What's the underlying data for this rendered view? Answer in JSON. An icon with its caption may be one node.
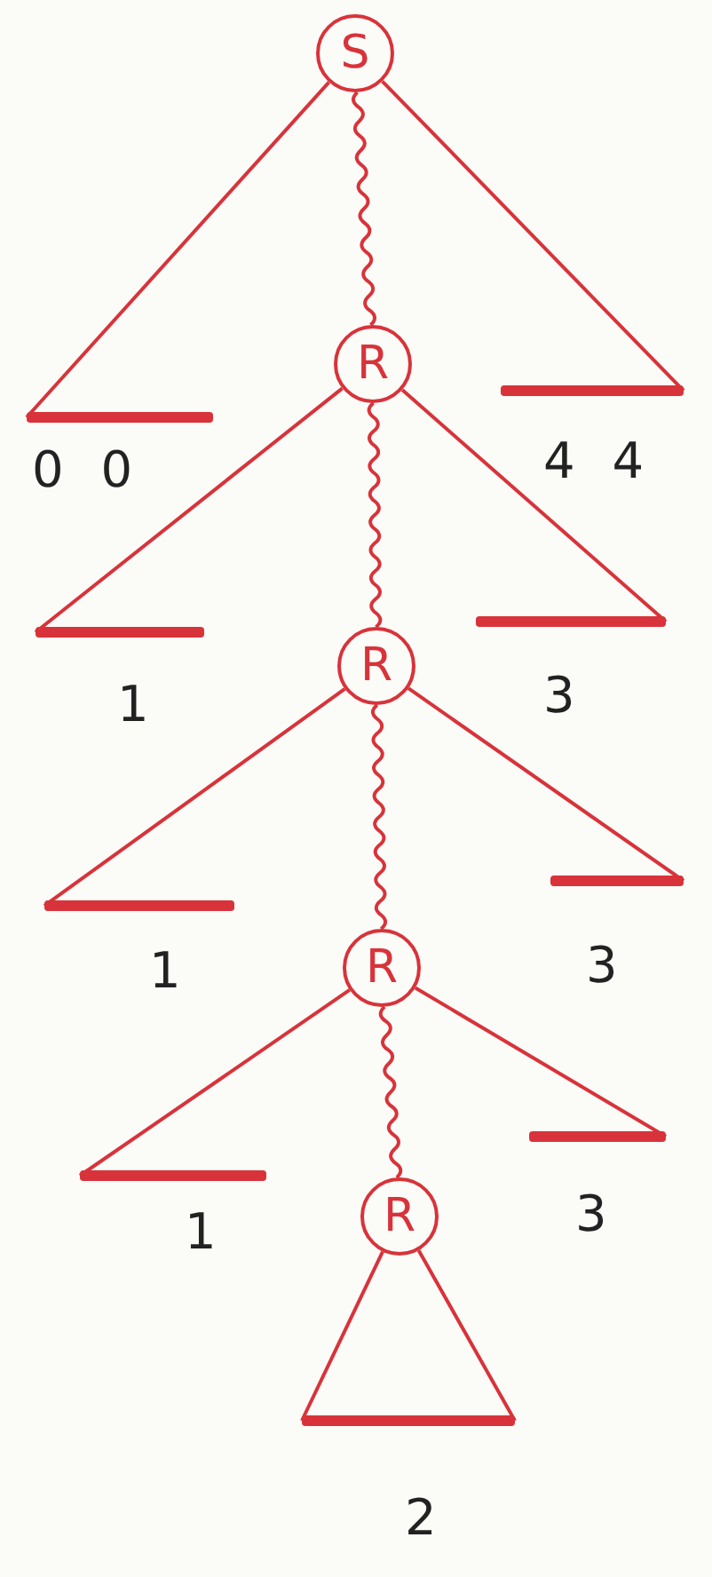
{
  "diagram": {
    "nodes": [
      {
        "text": [
          "S"
        ]
      },
      {
        "text": [],
        "shape": "bar",
        "beside": [
          "0 0"
        ]
      },
      {
        "text": [],
        "shape": "bar",
        "beside": [
          "4 4"
        ]
      },
      {
        "text": [
          "R"
        ]
      },
      {
        "text": [],
        "shape": "bar",
        "beside": [
          "1"
        ]
      },
      {
        "text": [],
        "shape": "bar",
        "beside": [
          "3"
        ]
      },
      {
        "text": [
          "R"
        ]
      },
      {
        "text": [],
        "shape": "bar",
        "beside": [
          "1"
        ]
      },
      {
        "text": [],
        "shape": "bar",
        "beside": [
          "3"
        ]
      },
      {
        "text": [
          "R"
        ]
      },
      {
        "text": [],
        "shape": "bar",
        "beside": [
          "1"
        ]
      },
      {
        "text": [],
        "shape": "bar",
        "beside": [
          "3"
        ]
      },
      {
        "text": [
          "R"
        ]
      },
      {
        "text": [],
        "shape": "bar",
        "beside": [
          "2"
        ]
      }
    ],
    "edges": [
      {
        "from": 0,
        "to": 1,
        "arrow": "none"
      },
      {
        "from": 0,
        "to": 2,
        "arrow": "none"
      },
      {
        "from": 0,
        "to": 3,
        "arrow": "none"
      },
      {
        "from": 3,
        "to": 4,
        "arrow": "none"
      },
      {
        "from": 3,
        "to": 5,
        "arrow": "none"
      },
      {
        "from": 3,
        "to": 6,
        "arrow": "none"
      },
      {
        "from": 6,
        "to": 7,
        "arrow": "none"
      },
      {
        "from": 6,
        "to": 8,
        "arrow": "none"
      },
      {
        "from": 6,
        "to": 9,
        "arrow": "none"
      },
      {
        "from": 9,
        "to": 10,
        "arrow": "none"
      },
      {
        "from": 9,
        "to": 11,
        "arrow": "none"
      },
      {
        "from": 9,
        "to": 12,
        "arrow": "none"
      },
      {
        "from": 12,
        "to": 13,
        "arrow": "none"
      },
      {
        "from": 12,
        "to": 13,
        "arrow": "none"
      }
    ]
  }
}
